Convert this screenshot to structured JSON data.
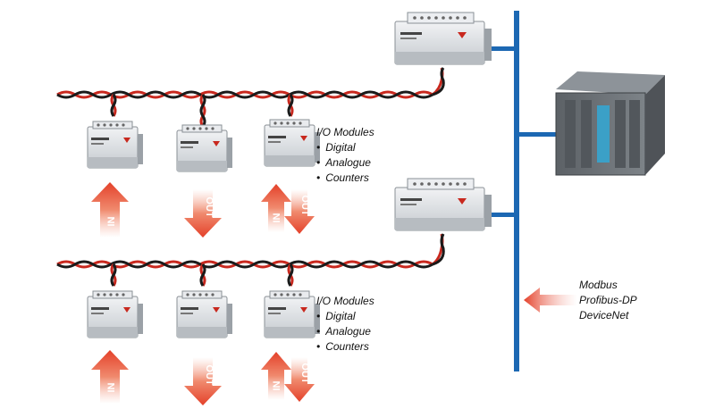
{
  "labels": {
    "upper": {
      "title": "I/O Modules",
      "items": [
        "Digital",
        "Analogue",
        "Counters"
      ]
    },
    "lower": {
      "title": "I/O Modules",
      "items": [
        "Digital",
        "Analogue",
        "Counters"
      ]
    }
  },
  "protocols": [
    "Modbus",
    "Profibus-DP",
    "DeviceNet"
  ],
  "arrows": {
    "in_text": "IN",
    "out_text": "OUT"
  },
  "colors": {
    "bus": "#1c68b3",
    "cable_red": "#c8281e",
    "cable_black": "#1a1a1a",
    "arrow_red": "#e8452d",
    "module_body": "#d9dde1",
    "plc_body": "#6b7075",
    "plc_accent": "#3ba0c7"
  },
  "icons": [
    "io-module-icon",
    "gateway-module-icon",
    "plc-icon",
    "in-arrow-icon",
    "out-arrow-icon"
  ]
}
